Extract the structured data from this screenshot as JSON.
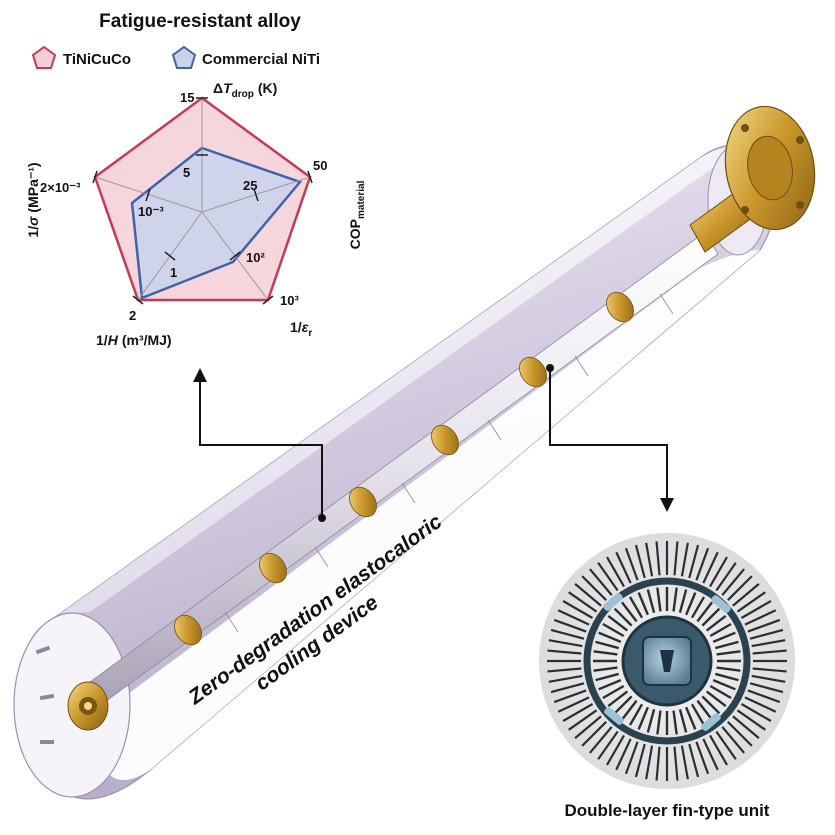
{
  "radar": {
    "title": "Fatigue-resistant alloy",
    "legend": [
      {
        "name": "TiNiCuCo",
        "color": "#c63a58",
        "fill": "#f3cfd6"
      },
      {
        "name": "Commercial NiTi",
        "color": "#3f62a8",
        "fill": "#c9d3ec"
      }
    ],
    "axes": {
      "dT_prefix": "Δ",
      "dT_T": "T",
      "dT_sub": "drop",
      "dT_unit": "(K)",
      "cop_main": "COP",
      "cop_sub": "material",
      "eps_prefix": "1/",
      "eps_var": "ε",
      "eps_sub": "r",
      "h_prefix": "1/",
      "h_var": "H",
      "h_unit": "(m³/MJ)",
      "sigma_prefix": "1/",
      "sigma_var": "σ",
      "sigma_unit": "(MPa⁻¹)"
    },
    "ticks": {
      "dT_max": "15",
      "dT_mid": "5",
      "cop_max": "50",
      "cop_mid": "25",
      "eps_max": "10³",
      "eps_mid": "10²",
      "h_max": "2",
      "h_mid": "1",
      "sigma_max": "2×10⁻³",
      "sigma_mid": "10⁻³"
    }
  },
  "device": {
    "title_line1": "Zero-degradation elastocaloric",
    "title_line2": "cooling device"
  },
  "inset": {
    "caption": "Double-layer fin-type unit"
  },
  "colors": {
    "tube": "#d9d4e4",
    "gold": "#c99a2a",
    "rod": "#e9e6ee"
  }
}
